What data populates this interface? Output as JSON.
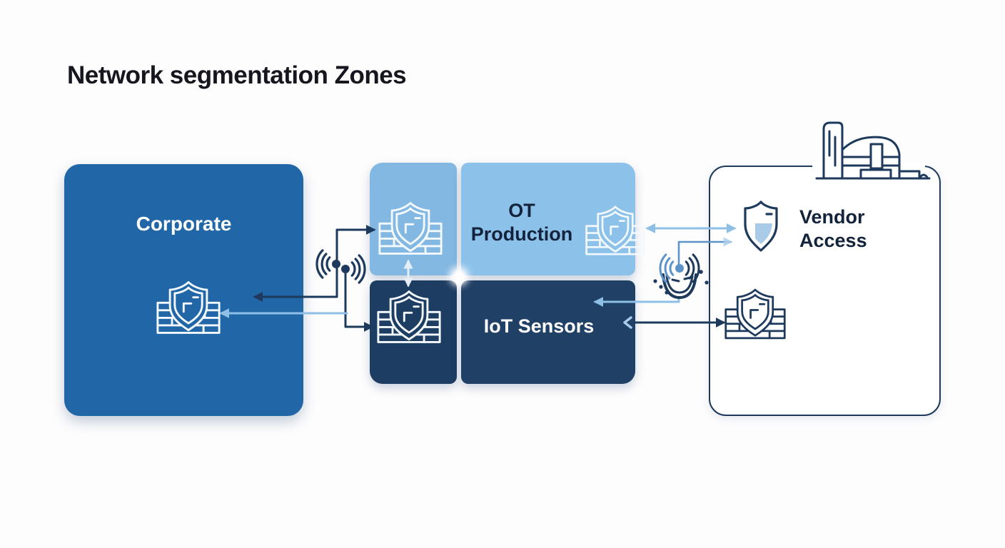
{
  "title": "Network segmentation Zones",
  "zones": {
    "corporate": {
      "label": "Corporate"
    },
    "ot_production": {
      "label": "OT Production",
      "line1": "OT",
      "line2": "Production"
    },
    "iot_sensors": {
      "label": "IoT Sensors"
    },
    "vendor_access": {
      "label": "Vendor Access",
      "line1": "Vendor",
      "line2": "Access"
    }
  },
  "icons": {
    "firewall_shield": "firewall-shield-icon",
    "half_filled_shield": "shield-icon",
    "factory": "factory-icon",
    "wifi_antenna": "wifi-antenna-icon",
    "satellite_dish": "satellite-dish-icon"
  },
  "connections": [
    "corporate <-> ot-production firewall (wired, navy)",
    "wireless antenna -> iot-sensors firewall (navy)",
    "light-blue link -> corporate firewall",
    "ot-production firewall <-> iot-sensors firewall (white, vertical)",
    "ot-production firewall <-> vendor-access shield (light blue)",
    "satellite dish -> vendor access (steel blue)",
    "satellite dish -> iot-sensors (light blue)",
    "iot-sensors <-> vendor-access firewall (navy)"
  ],
  "colors": {
    "title": "#16161e",
    "textdark": "#14233c",
    "navy": "#1d3a5c",
    "corporate": "#2166a7",
    "quadtl": "#83b8e2",
    "quadtr": "#8cc2ea",
    "quadbl": "#1e3d62",
    "quadbr": "#214066",
    "lightarrow": "#8ebfe6",
    "steel": "#5e93c8",
    "whitearrow": "#e6eff8",
    "shieldfill": "#a9cbe8"
  }
}
